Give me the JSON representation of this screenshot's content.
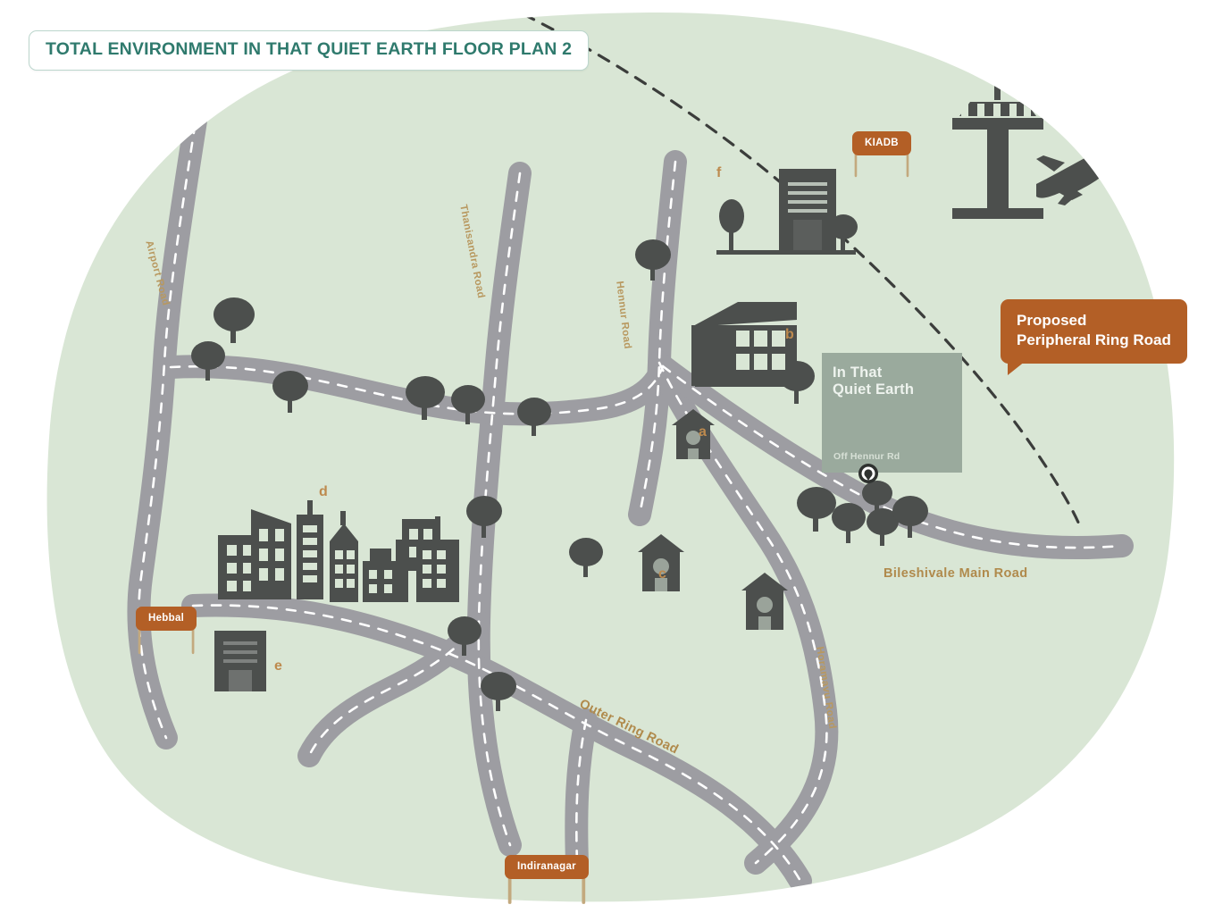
{
  "title": "TOTAL ENVIRONMENT IN THAT QUIET EARTH FLOOR PLAN 2",
  "colors": {
    "background_land": "#d9e6d5",
    "page": "#ffffff",
    "road": "#9d9da2",
    "road_dash": "#ffffff",
    "icon_dark": "#4c4f4d",
    "marker_orange": "#b35f26",
    "road_label_tan": "#b8985f",
    "title_teal": "#2f7a6d",
    "project_block": "#9aaa9d"
  },
  "project": {
    "name_line1": "In That",
    "name_line2": "Quiet Earth",
    "address": "Off Hennur Rd",
    "pin_icon": "location-pin-icon"
  },
  "callout": {
    "line1": "Proposed",
    "line2": "Peripheral Ring Road"
  },
  "place_markers": [
    {
      "label": "KIADB",
      "id": "kiadb"
    },
    {
      "label": "Hebbal",
      "id": "hebbal"
    },
    {
      "label": "Indiranagar",
      "id": "indiranagar"
    }
  ],
  "road_labels": [
    {
      "name": "Airport Road",
      "id": "airport-road"
    },
    {
      "name": "Thanisandra Road",
      "id": "thanisandra-road"
    },
    {
      "name": "Hennur Road",
      "id": "hennur-road"
    },
    {
      "name": "Bileshivale Main Road",
      "id": "bileshivale-main-road"
    },
    {
      "name": "Horamavu Road",
      "id": "horamavu-road"
    },
    {
      "name": "Outer Ring Road",
      "id": "outer-ring-road"
    }
  ],
  "key_letters": [
    {
      "letter": "a",
      "id": "key-a"
    },
    {
      "letter": "b",
      "id": "key-b"
    },
    {
      "letter": "c",
      "id": "key-c"
    },
    {
      "letter": "d",
      "id": "key-d"
    },
    {
      "letter": "e",
      "id": "key-e"
    },
    {
      "letter": "f",
      "id": "key-f"
    }
  ],
  "map_icons": {
    "control_tower": "airport-control-tower-icon",
    "airplane": "airplane-icon",
    "skyline": "city-skyline-icon",
    "school": "school-building-icon",
    "tower_block": "tower-building-icon",
    "house": "house-icon",
    "tree": "tree-icon"
  }
}
